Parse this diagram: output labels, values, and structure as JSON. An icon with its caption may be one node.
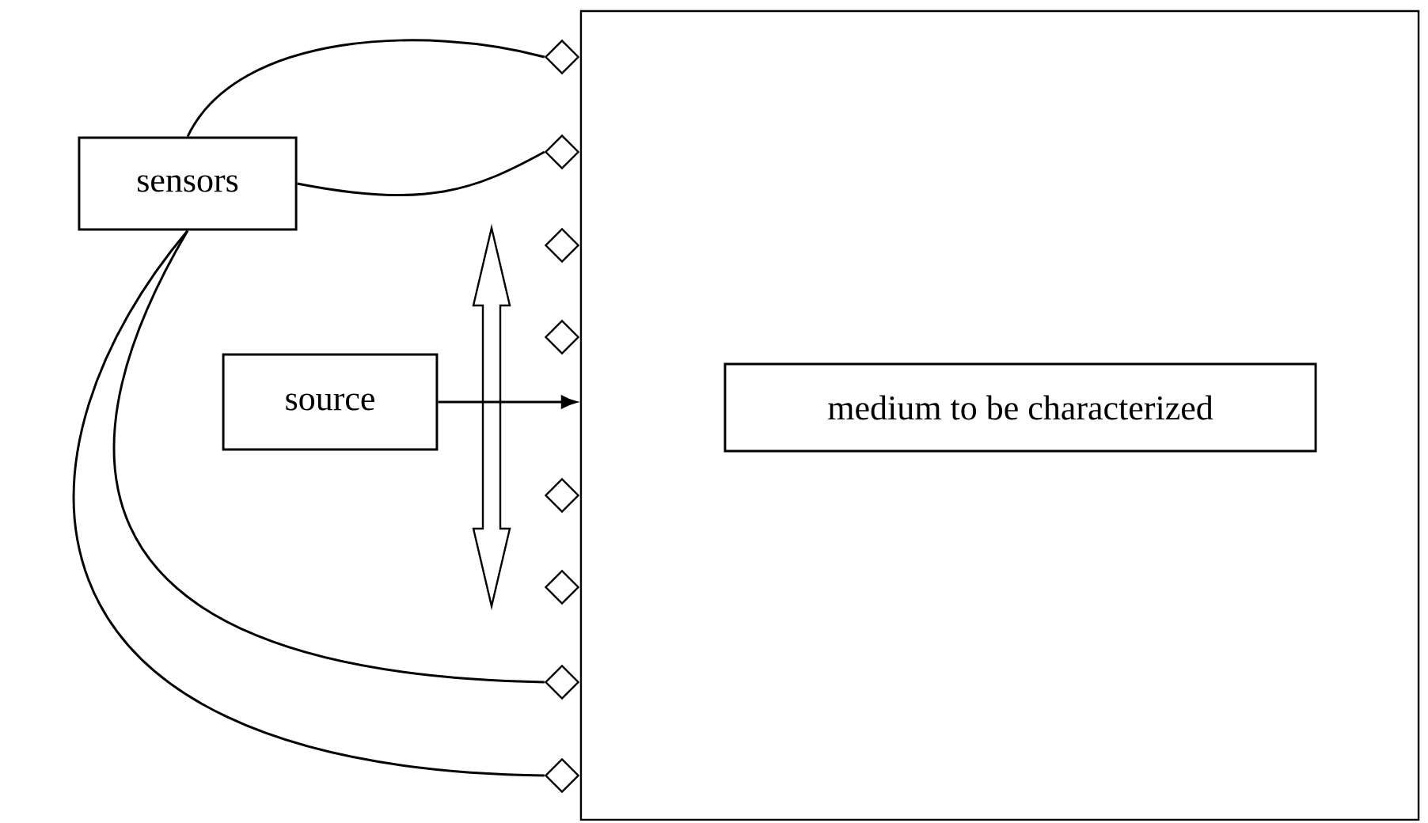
{
  "diagram": {
    "nodes": [
      {
        "text": [
          "sensors"
        ]
      },
      {
        "text": [
          "source"
        ]
      },
      {
        "text": [],
        "shape": "box"
      },
      {
        "text": [
          "medium to be characterized"
        ],
        "in": 2
      },
      {
        "text": [],
        "shape": "diamond"
      },
      {
        "text": [],
        "shape": "diamond"
      },
      {
        "text": [],
        "shape": "diamond"
      },
      {
        "text": [],
        "shape": "diamond"
      },
      {
        "text": [],
        "shape": "diamond"
      },
      {
        "text": [],
        "shape": "diamond"
      },
      {
        "text": [],
        "shape": "diamond"
      },
      {
        "text": [],
        "shape": "diamond"
      }
    ],
    "edges": [
      {
        "from": 0,
        "to": 4,
        "arrow": "none"
      },
      {
        "from": 0,
        "to": 5,
        "arrow": "none"
      },
      {
        "from": 0,
        "to": 10,
        "arrow": "none"
      },
      {
        "from": 0,
        "to": 11,
        "arrow": "none"
      },
      {
        "from": 1,
        "to": 2,
        "arrow": "to"
      }
    ]
  }
}
